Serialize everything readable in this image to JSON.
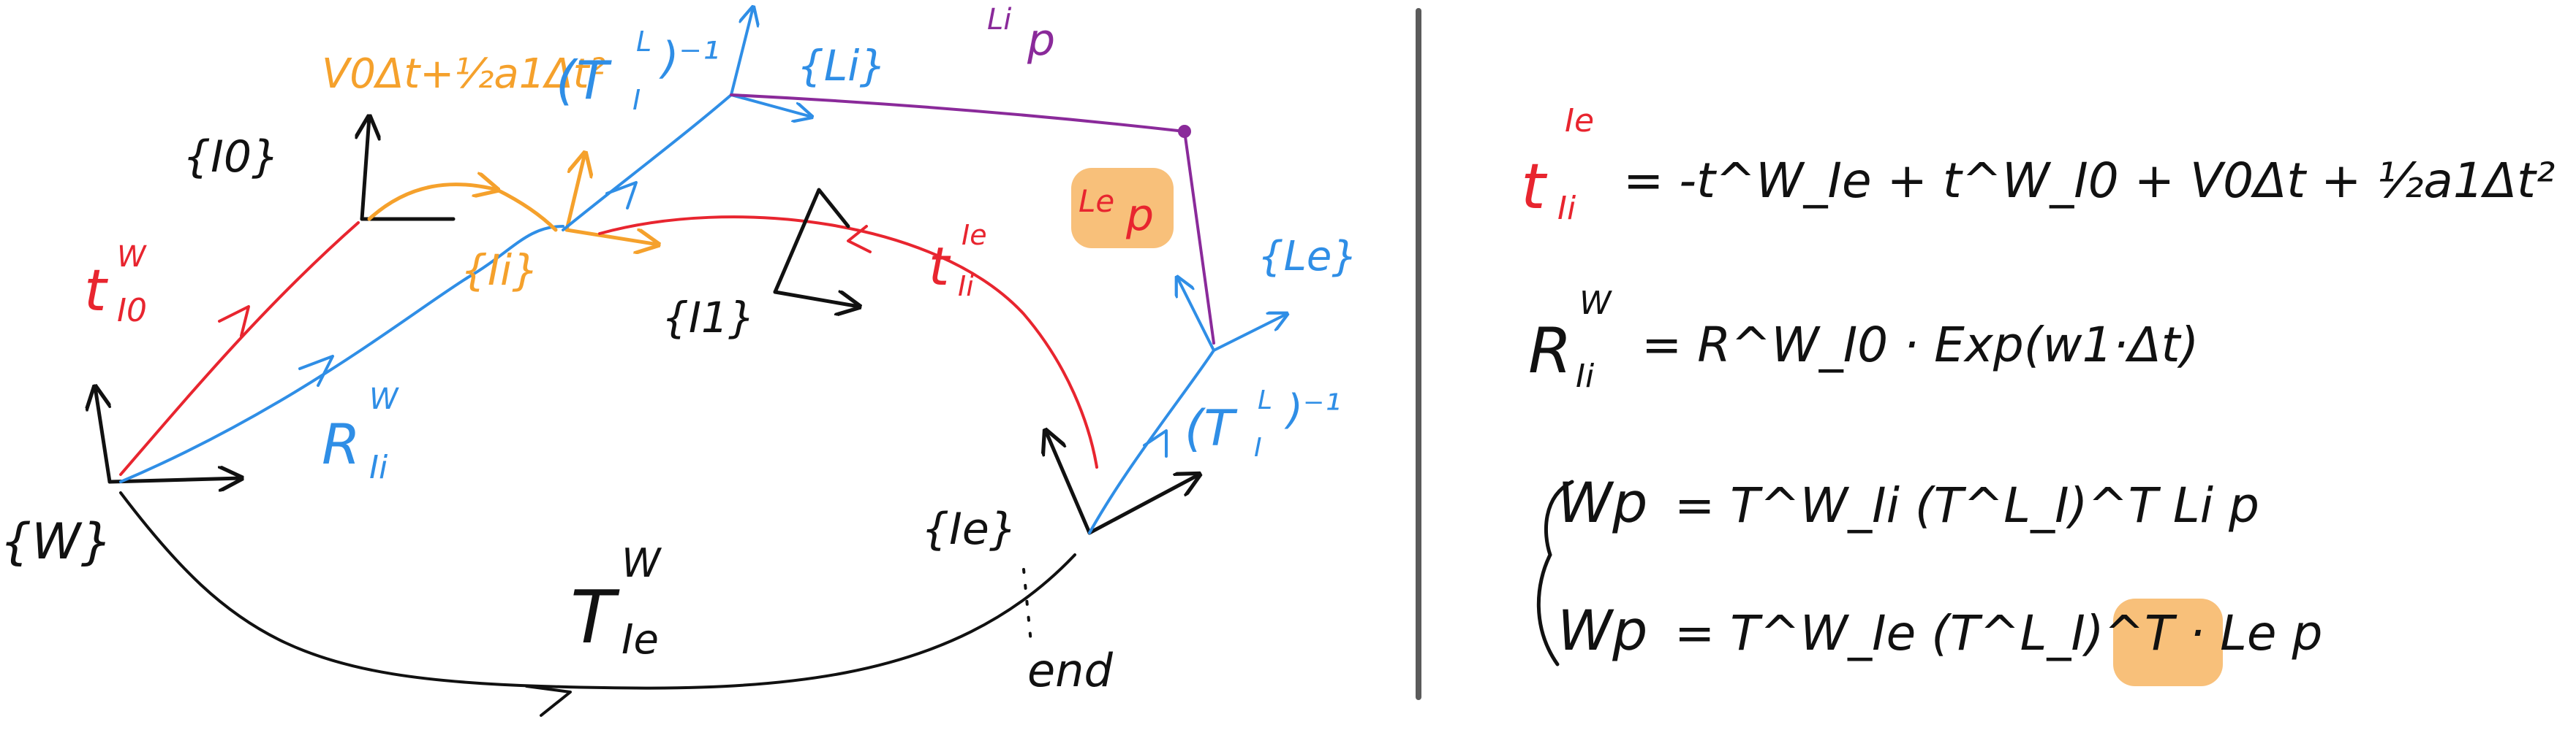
{
  "colors": {
    "black": "#111111",
    "red": "#e8252f",
    "blue": "#2f8ee6",
    "orange": "#f5a12c",
    "purple": "#8a2a9a",
    "highlight": "#f8c07a",
    "divider": "#5b5b5b"
  },
  "diagram": {
    "frames": {
      "world": "{W}",
      "i0": "{I0}",
      "ii": "{Ii}",
      "li": "{Li}",
      "i1": "{I1}",
      "ie": "{Ie}",
      "le": "{Le}"
    },
    "labels": {
      "t_w_i0": {
        "base": "t",
        "sup": "W",
        "sub": "I0"
      },
      "r_w_ii": {
        "base": "R",
        "sup": "W",
        "sub": "Ii"
      },
      "t_ie_ii": {
        "base": "t",
        "sup": "Ie",
        "sub": "Ii"
      },
      "motion": "V0Δt+½a1Δt²",
      "t_l_i_inv_top": {
        "base": "(T",
        "sup": "L",
        "sub": "I",
        "tail": ")⁻¹"
      },
      "t_l_i_inv_right": {
        "base": "(T",
        "sup": "L",
        "sub": "I",
        "tail": ")⁻¹"
      },
      "li_p": {
        "pre": "Li",
        "base": "p"
      },
      "le_p": {
        "pre": "Le",
        "base": "p"
      },
      "t_w_ie": {
        "base": "T",
        "sup": "W",
        "sub": "Ie"
      },
      "end": "end"
    }
  },
  "equations": {
    "eq1": {
      "lhs": {
        "base": "t",
        "sup": "Ie",
        "sub": "Ii"
      },
      "rhs": "= -t^W_Ie + t^W_I0 + V0Δt + ½a1Δt²"
    },
    "eq2": {
      "lhs": {
        "base": "R",
        "sup": "W",
        "sub": "Ii"
      },
      "rhs": "= R^W_I0 · Exp(w1·Δt)"
    },
    "eq3": {
      "lhs": "Wp",
      "rhs": "= T^W_Ii (T^L_I)^T Li p"
    },
    "eq4": {
      "lhs": "Wp",
      "rhs": "= T^W_Ie (T^L_I)^T · Le p"
    }
  }
}
